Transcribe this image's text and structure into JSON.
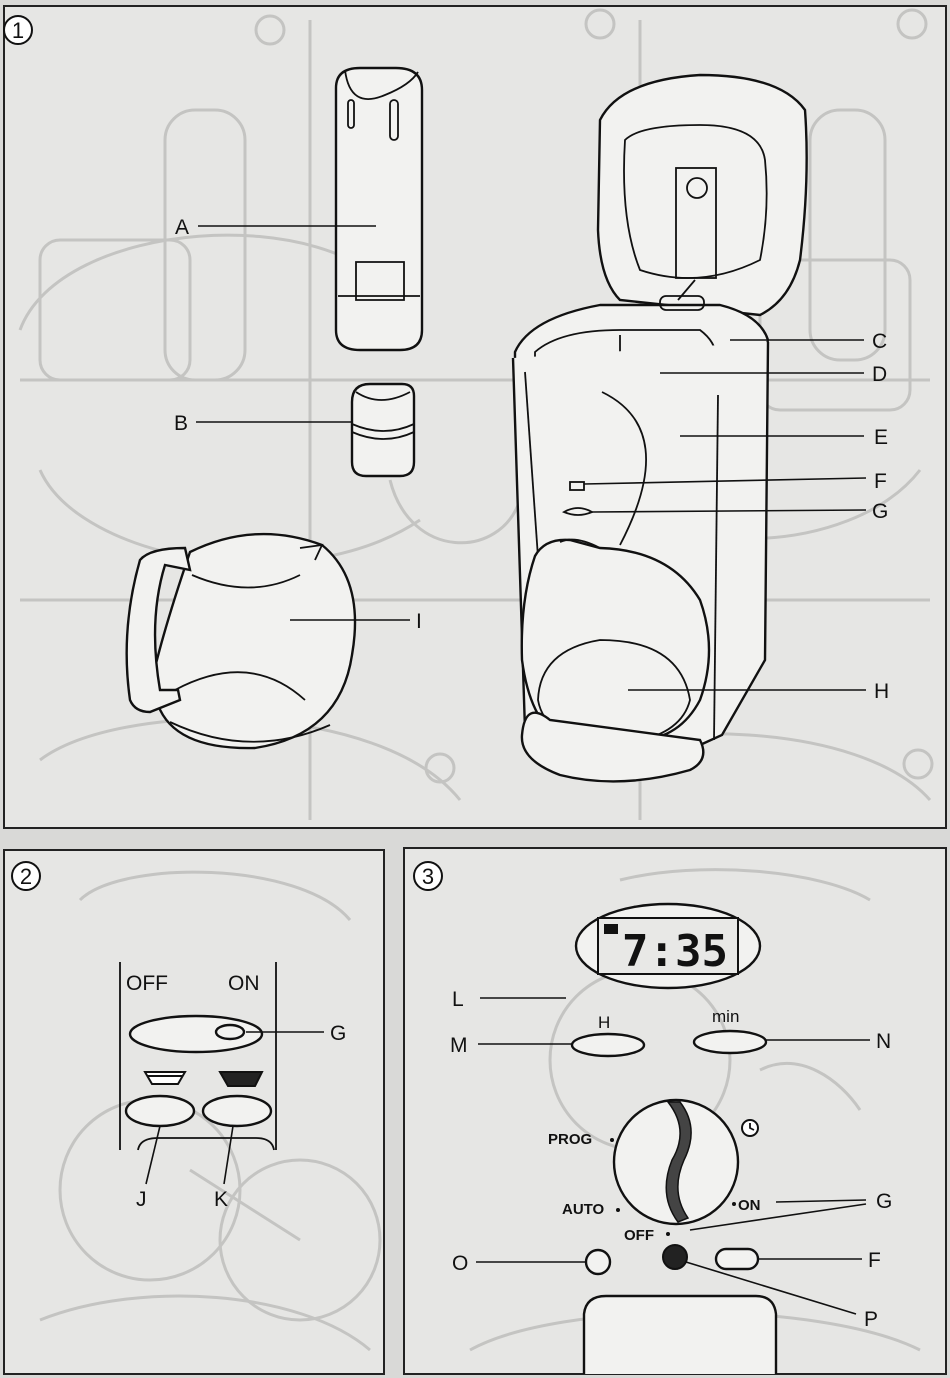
{
  "panels": [
    {
      "number": "1"
    },
    {
      "number": "2"
    },
    {
      "number": "3"
    }
  ],
  "panel1_labels": {
    "A": "A",
    "B": "B",
    "C": "C",
    "D": "D",
    "E": "E",
    "F": "F",
    "G": "G",
    "H": "H",
    "I": "I"
  },
  "panel2": {
    "off": "OFF",
    "on": "ON",
    "labels": {
      "G": "G",
      "J": "J",
      "K": "K"
    }
  },
  "panel3": {
    "clock": "7:35",
    "h_button": "H",
    "min_button": "min",
    "prog": "PROG",
    "auto": "AUTO",
    "off": "OFF",
    "on": "ON",
    "labels": {
      "L": "L",
      "M": "M",
      "N": "N",
      "G": "G",
      "O": "O",
      "F": "F",
      "P": "P"
    }
  },
  "colors": {
    "background": "#d9d9d7",
    "panel": "#e6e6e4",
    "ink": "#111111",
    "indicator_dark": "#222222"
  },
  "icons": [
    "clock-icon",
    "coffee-cup-icon"
  ]
}
